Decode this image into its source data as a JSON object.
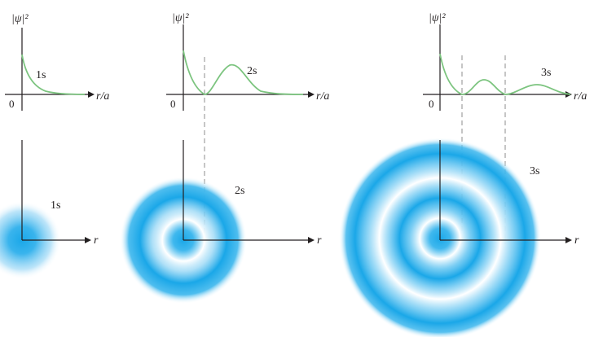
{
  "panels": [
    {
      "orbital": "1s",
      "ylabel": "|ψ|²",
      "xlabel": "r/a",
      "origin_label": "0",
      "cloud_label": "1s",
      "cloud_axis_label": "r",
      "nodes": 0
    },
    {
      "orbital": "2s",
      "ylabel": "|ψ|²",
      "xlabel": "r/a",
      "origin_label": "0",
      "cloud_label": "2s",
      "cloud_axis_label": "r",
      "nodes": 1
    },
    {
      "orbital": "3s",
      "ylabel": "|ψ|²",
      "xlabel": "r/a",
      "origin_label": "0",
      "cloud_label": "3s",
      "cloud_axis_label": "r",
      "nodes": 2
    }
  ],
  "colors": {
    "curve": "#7cc47f",
    "cloud": "#1aa7e8",
    "axis": "#231f20",
    "node_line": "#8c8c8c"
  }
}
